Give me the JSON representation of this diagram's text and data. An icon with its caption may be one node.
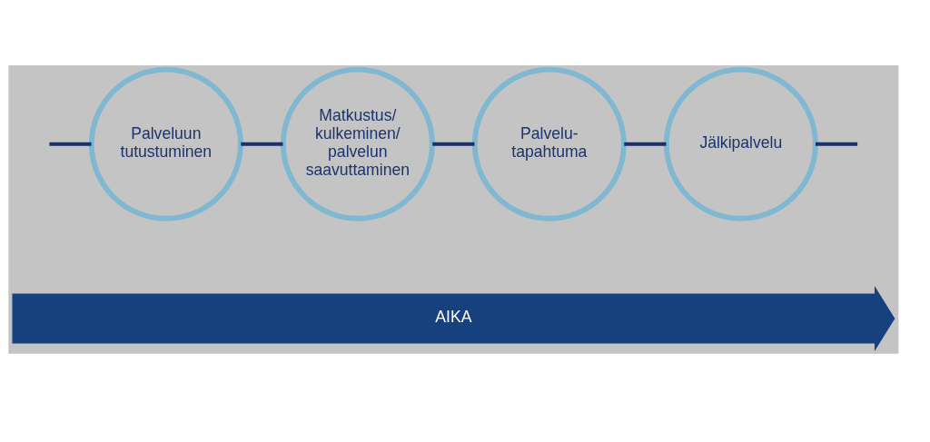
{
  "diagram": {
    "nodes": [
      {
        "text": [
          "Palveluun tutustuminen"
        ]
      },
      {
        "text": [
          "Matkustus/ kulkeminen/ palvelun saavuttaminen"
        ]
      },
      {
        "text": [
          "Palvelu- tapahtuma"
        ]
      },
      {
        "text": [
          "Jälkipalvelu"
        ]
      },
      {
        "text": [
          "AIKA"
        ]
      }
    ],
    "edges": [
      {
        "from": null,
        "to": 0,
        "arrow": "none"
      },
      {
        "from": 0,
        "to": 1,
        "arrow": "none"
      },
      {
        "from": 1,
        "to": 2,
        "arrow": "none"
      },
      {
        "from": 2,
        "to": 3,
        "arrow": "none"
      },
      {
        "from": 3,
        "to": null,
        "arrow": "none"
      }
    ]
  }
}
